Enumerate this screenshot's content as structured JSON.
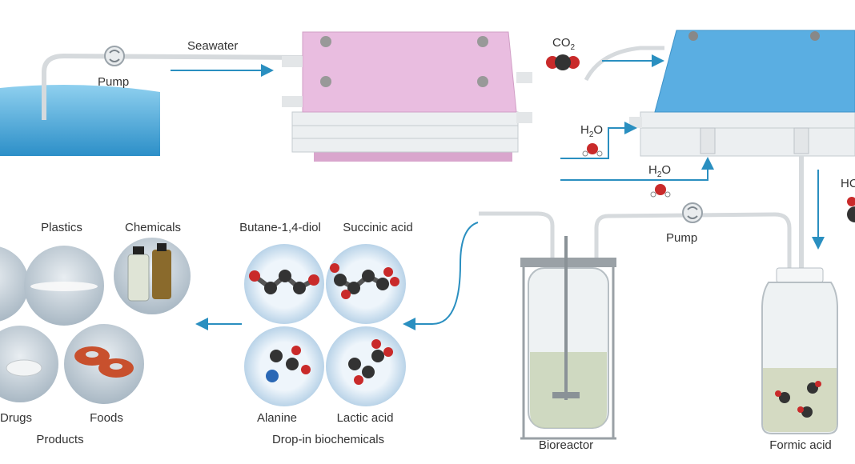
{
  "labels": {
    "seawater": "Seawater",
    "pump_top": "Pump",
    "co2": "CO",
    "co2_sub": "2",
    "h2o_a": "H",
    "h2o_a_sub": "2",
    "h2o_a_o": "O",
    "h2o_b": "H",
    "h2o_b_sub": "2",
    "h2o_b_o": "O",
    "hcooh_partial": "HC",
    "pump_bottom": "Pump",
    "bioreactor": "Bioreactor",
    "formic_acid": "Formic acid",
    "butanediol": "Butane-1,4-diol",
    "succinic_acid": "Succinic acid",
    "alanine": "Alanine",
    "lactic_acid": "Lactic acid",
    "drop_in": "Drop-in biochemicals",
    "plastics": "Plastics",
    "chemicals": "Chemicals",
    "drugs": "Drugs",
    "foods": "Foods",
    "products": "Products"
  },
  "colors": {
    "arrow": "#2a8fc0",
    "water": "#3a9fd4",
    "seawater_cell": "#e6b8dc",
    "co2_cell": "#5aaee2",
    "pipe": "#d8dcdf"
  }
}
